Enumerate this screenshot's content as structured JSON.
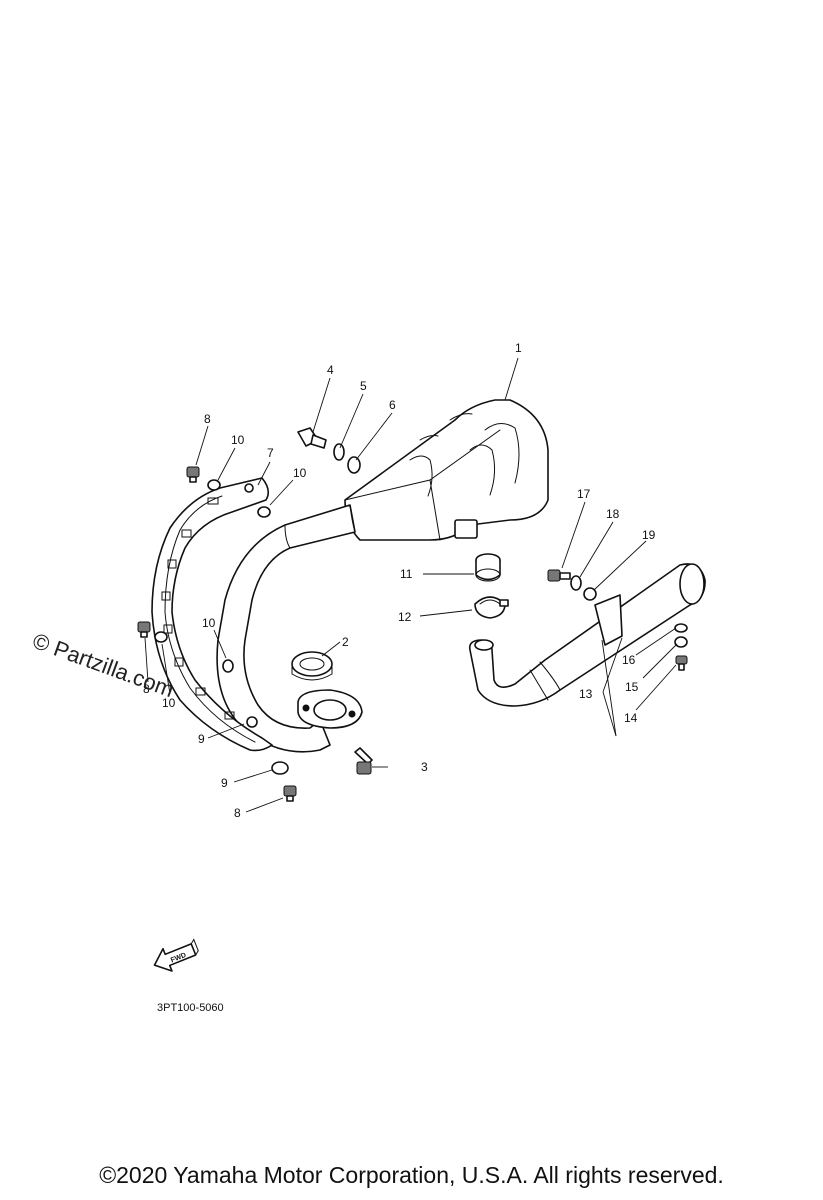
{
  "callouts": {
    "c1": "1",
    "c2": "2",
    "c3": "3",
    "c4": "4",
    "c5": "5",
    "c6": "6",
    "c7": "7",
    "c8a": "8",
    "c8b": "8",
    "c8c": "8",
    "c9a": "9",
    "c9b": "9",
    "c10a": "10",
    "c10b": "10",
    "c10c": "10",
    "c10d": "10",
    "c11": "11",
    "c12": "12",
    "c13": "13",
    "c14": "14",
    "c15": "15",
    "c16": "16",
    "c17": "17",
    "c18": "18",
    "c19": "19"
  },
  "fwd_label": "FWD",
  "diagram_code": "3PT100-5060",
  "watermark": "© Partzilla.com",
  "copyright": "©2020 Yamaha Motor Corporation, U.S.A. All rights reserved."
}
